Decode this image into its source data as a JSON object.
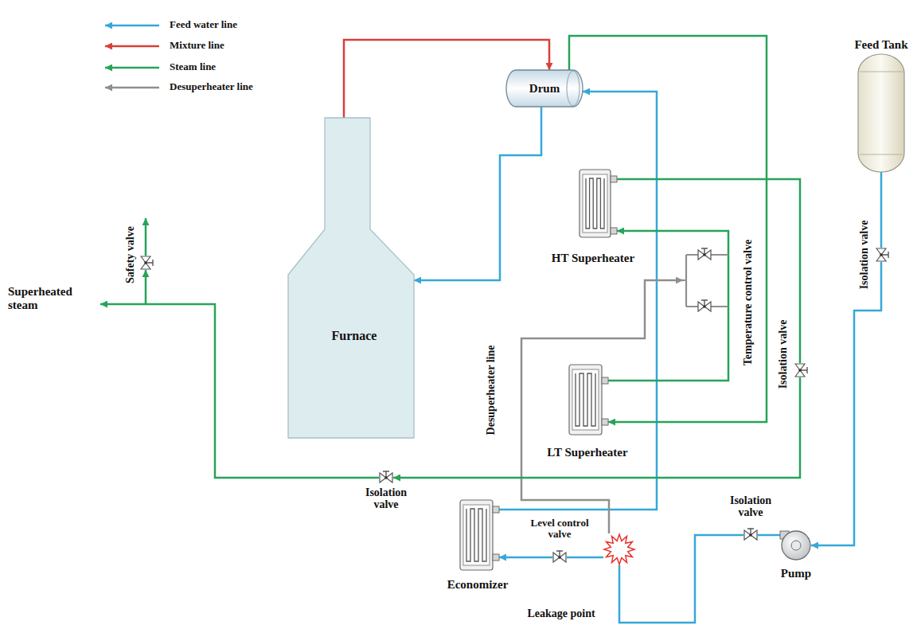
{
  "diagram": {
    "nodes": [
      {
        "text": [
          "Feed Tank"
        ]
      },
      {
        "text": [
          "Drum"
        ]
      },
      {
        "text": [
          "Furnace"
        ]
      },
      {
        "text": [
          "HT Superheater"
        ]
      },
      {
        "text": [
          "LT Superheater"
        ]
      },
      {
        "text": [
          "Economizer"
        ]
      },
      {
        "text": [
          "Pump"
        ]
      },
      {
        "text": [
          "Isolation valve"
        ]
      },
      {
        "text": [
          "Isolation valve"
        ]
      },
      {
        "text": [
          "Level control valve"
        ]
      },
      {
        "text": [
          "Temperature control valve"
        ]
      },
      {
        "text": [
          "Isolation valve"
        ]
      },
      {
        "text": [
          "Isolation valve"
        ]
      },
      {
        "text": [
          "Safety valve"
        ]
      },
      {
        "text": [
          "Leakage point"
        ]
      }
    ],
    "edges": [
      {
        "from": 0,
        "to": 7,
        "arrow": "none"
      },
      {
        "from": 7,
        "to": 6,
        "arrow": "to"
      },
      {
        "from": 6,
        "to": 8,
        "arrow": "none"
      },
      {
        "from": 8,
        "to": 14,
        "arrow": "none"
      },
      {
        "from": 14,
        "to": 9,
        "arrow": "none"
      },
      {
        "from": 9,
        "to": 5,
        "arrow": "to"
      },
      {
        "from": 5,
        "to": 1,
        "arrow": "to"
      },
      {
        "from": 1,
        "to": 2,
        "arrow": "to"
      },
      {
        "from": 2,
        "to": 1,
        "arrow": "to"
      },
      {
        "from": 1,
        "to": 4,
        "arrow": "to"
      },
      {
        "from": 4,
        "to": 3,
        "arrow": "to"
      },
      {
        "from": 14,
        "to": 10,
        "arrow": "to"
      },
      {
        "from": 3,
        "to": 11,
        "arrow": "none"
      },
      {
        "from": 11,
        "to": 12,
        "arrow": "to"
      },
      {
        "from": 12,
        "to": 13,
        "arrow": "to"
      }
    ],
    "labels": [
      "Superheated steam",
      "Desuperheater line"
    ],
    "legend": [
      {
        "text": "Feed water line"
      },
      {
        "text": "Mixture line"
      },
      {
        "text": "Steam line"
      },
      {
        "text": "Desuperheater line"
      }
    ]
  }
}
